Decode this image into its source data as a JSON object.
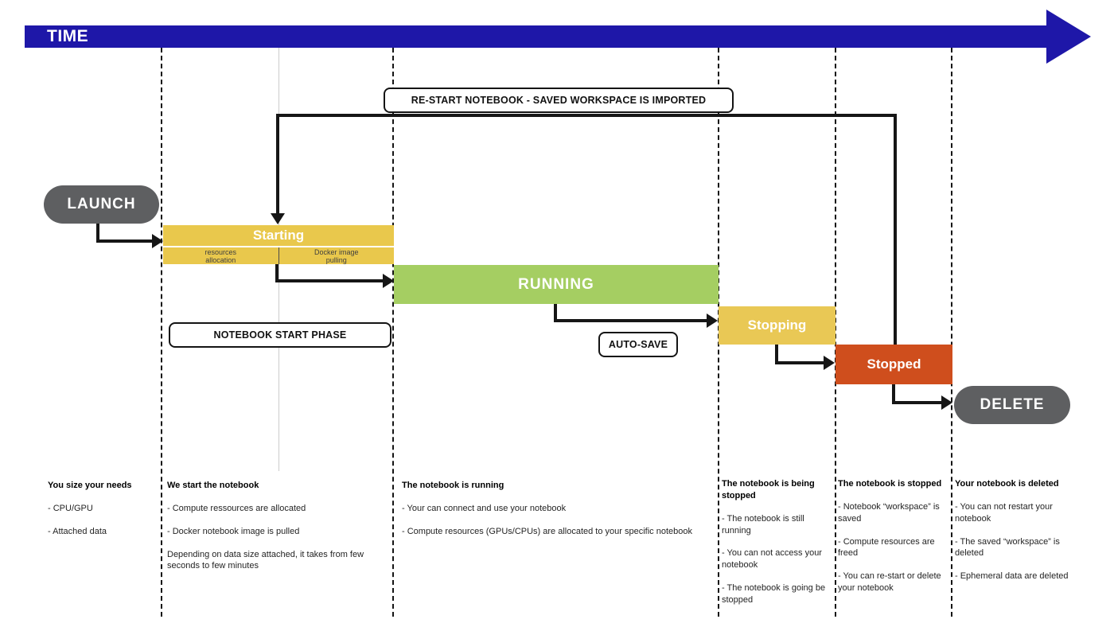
{
  "timeline": {
    "label": "TIME",
    "bar_color": "#1e17a8"
  },
  "banners": {
    "restart": "RE-START NOTEBOOK - SAVED WORKSPACE IS IMPORTED",
    "notebook_start_phase": "NOTEBOOK START PHASE",
    "auto_save": "AUTO-SAVE"
  },
  "nodes": {
    "launch": {
      "label": "LAUNCH",
      "color": "#5e5f61"
    },
    "starting": {
      "label": "Starting",
      "color": "#e9c84c",
      "sub_left": "resources\nallocation",
      "sub_right": "Docker image\npulling"
    },
    "running": {
      "label": "RUNNING",
      "color": "#a5ce62"
    },
    "stopping": {
      "label": "Stopping",
      "color": "#e9c855"
    },
    "stopped": {
      "label": "Stopped",
      "color": "#cf4e1d"
    },
    "delete": {
      "label": "DELETE",
      "color": "#5e5f61"
    }
  },
  "columns": [
    {
      "header": "You size your needs",
      "items": [
        "- CPU/GPU",
        "- Attached data"
      ],
      "note": ""
    },
    {
      "header": "We start the notebook",
      "items": [
        "- Compute ressources are allocated",
        "- Docker notebook image is pulled"
      ],
      "note": "Depending on data size attached, it takes from few seconds to few minutes"
    },
    {
      "header": "The notebook is running",
      "items": [
        "- Your can connect and use your notebook",
        "- Compute resources (GPUs/CPUs) are allocated to your specific notebook"
      ],
      "note": ""
    },
    {
      "header": "The notebook is being stopped",
      "items": [
        "- The notebook is still running",
        "- You can not access your notebook",
        "- The notebook is going be stopped"
      ],
      "note": ""
    },
    {
      "header": "The notebook is stopped",
      "items": [
        "- Notebook “workspace” is saved",
        "- Compute resources are freed",
        "- You can re-start or delete your notebook"
      ],
      "note": ""
    },
    {
      "header": "Your notebook is deleted",
      "items": [
        "- You can not restart your notebook",
        "- The saved “workspace” is deleted",
        "- Ephemeral data are deleted"
      ],
      "note": ""
    }
  ]
}
